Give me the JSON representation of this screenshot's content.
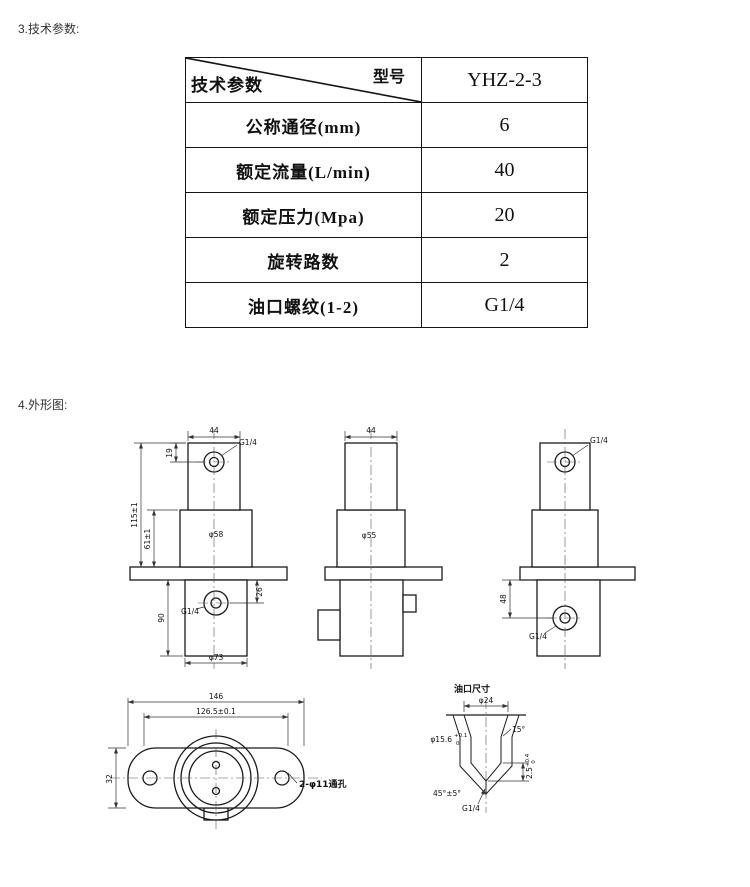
{
  "sections": {
    "params_label": "3.技术参数:",
    "outline_label": "4.外形图:"
  },
  "table": {
    "corner": {
      "top_right": "型号",
      "bottom_left": "技术参数"
    },
    "model_header": "YHZ-2-3",
    "rows": [
      {
        "param": "公称通径(mm)",
        "value": "6"
      },
      {
        "param": "额定流量(L/min)",
        "value": "40"
      },
      {
        "param": "额定压力(Mpa)",
        "value": "20"
      },
      {
        "param": "旋转路数",
        "value": "2"
      },
      {
        "param": "油口螺纹(1-2)",
        "value": "G1/4"
      }
    ]
  },
  "drawing": {
    "view_front": {
      "dim_44": "44",
      "port_top": "G1/4",
      "dim_19": "19",
      "dim_115": "115±1",
      "dim_61": "61±1",
      "dia_58": "φ58",
      "dim_26": "26",
      "dim_90": "90",
      "port_side": "G1/4",
      "dia_73": "φ73"
    },
    "view_side": {
      "dim_44": "44",
      "dia_55": "φ55"
    },
    "view_rear": {
      "port_top": "G1/4",
      "dim_48": "48",
      "port_side": "G1/4"
    },
    "view_bottom": {
      "dim_146": "146",
      "dim_1265": "126.5±0.1",
      "dim_32": "32",
      "holes": "2-φ11通孔"
    },
    "port_detail": {
      "title": "油口尺寸",
      "dia_24": "φ24",
      "dia_156": "φ15.6",
      "tol_156_up": "+0.1",
      "tol_156_dn": "0",
      "angle_15": "15°",
      "angle_45": "45°±5°",
      "dim_25": "2.5",
      "tol_25_up": "+0.4",
      "tol_25_dn": "0",
      "thread": "G1/4"
    }
  }
}
